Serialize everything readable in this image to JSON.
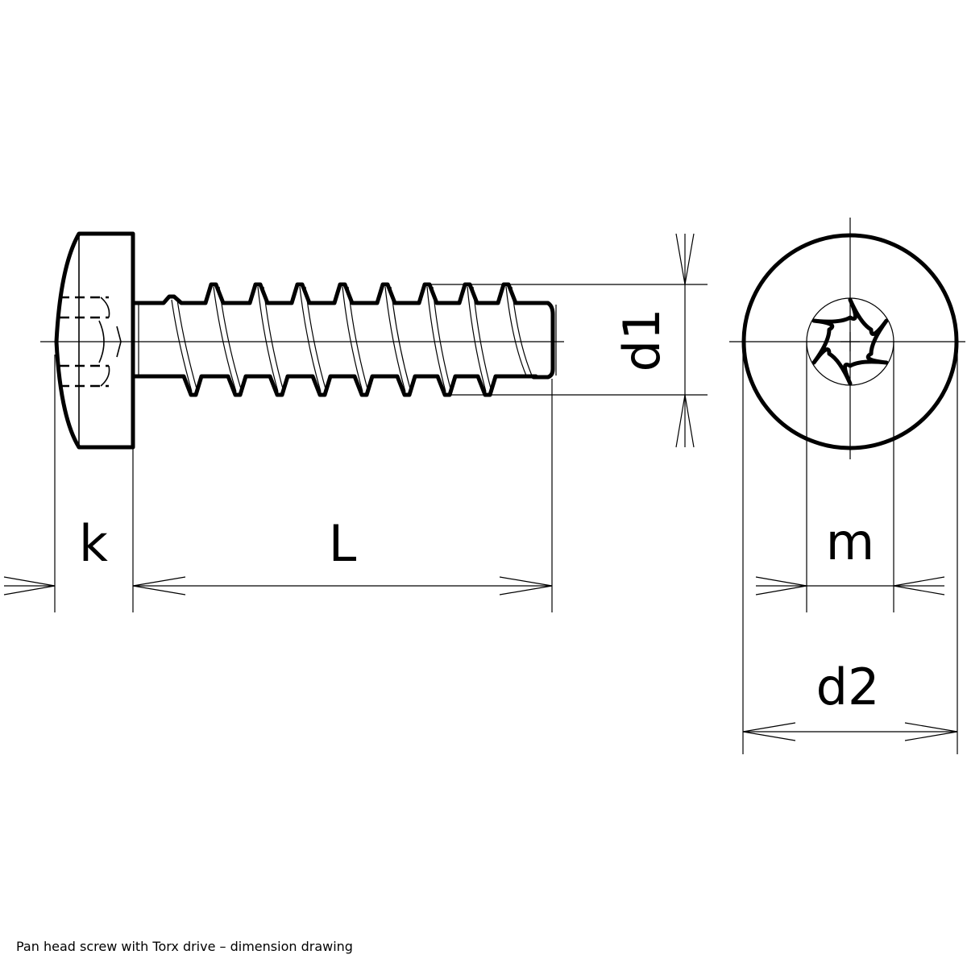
{
  "title": "Pan head screw with Torx drive – dimension drawing",
  "labels": {
    "head_height": "k",
    "length": "L",
    "thread_diameter": "d1",
    "drive_size": "m",
    "head_diameter": "d2"
  },
  "colors": {
    "line": "#000000",
    "background": "#ffffff"
  }
}
